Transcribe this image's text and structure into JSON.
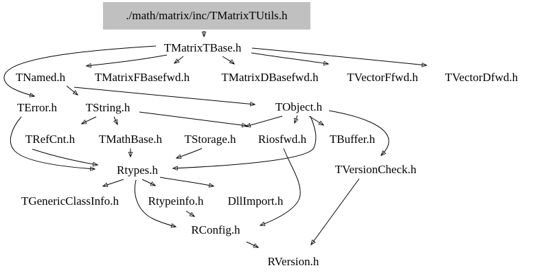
{
  "diagram": {
    "type": "include-dependency-graph",
    "colors": {
      "root_bg": "#c0c0c0",
      "line": "#000000",
      "background": "#ffffff"
    },
    "root": {
      "label": "./math/matrix/inc/TMatrixTUtils.h"
    },
    "nodes": [
      {
        "label": "TMatrixTBase.h"
      },
      {
        "label": "TNamed.h"
      },
      {
        "label": "TMatrixFBasefwd.h"
      },
      {
        "label": "TMatrixDBasefwd.h"
      },
      {
        "label": "TVectorFfwd.h"
      },
      {
        "label": "TVectorDfwd.h"
      },
      {
        "label": "TError.h"
      },
      {
        "label": "TString.h"
      },
      {
        "label": "TObject.h"
      },
      {
        "label": "TRefCnt.h"
      },
      {
        "label": "TMathBase.h"
      },
      {
        "label": "TStorage.h"
      },
      {
        "label": "Riosfwd.h"
      },
      {
        "label": "TBuffer.h"
      },
      {
        "label": "Rtypes.h"
      },
      {
        "label": "TVersionCheck.h"
      },
      {
        "label": "TGenericClassInfo.h"
      },
      {
        "label": "Rtypeinfo.h"
      },
      {
        "label": "DllImport.h"
      },
      {
        "label": "RConfig.h"
      },
      {
        "label": "RVersion.h"
      }
    ],
    "edges": [
      {
        "from": "./math/matrix/inc/TMatrixTUtils.h",
        "to": "TMatrixTBase.h"
      },
      {
        "from": "TMatrixTBase.h",
        "to": "TNamed.h"
      },
      {
        "from": "TMatrixTBase.h",
        "to": "TMatrixFBasefwd.h"
      },
      {
        "from": "TMatrixTBase.h",
        "to": "TMatrixDBasefwd.h"
      },
      {
        "from": "TMatrixTBase.h",
        "to": "TVectorFfwd.h"
      },
      {
        "from": "TMatrixTBase.h",
        "to": "TVectorDfwd.h"
      },
      {
        "from": "TMatrixTBase.h",
        "to": "TError.h"
      },
      {
        "from": "TNamed.h",
        "to": "TString.h"
      },
      {
        "from": "TNamed.h",
        "to": "TObject.h"
      },
      {
        "from": "TString.h",
        "to": "TRefCnt.h"
      },
      {
        "from": "TString.h",
        "to": "TMathBase.h"
      },
      {
        "from": "TString.h",
        "to": "Riosfwd.h"
      },
      {
        "from": "TError.h",
        "to": "Rtypes.h"
      },
      {
        "from": "TRefCnt.h",
        "to": "Rtypes.h"
      },
      {
        "from": "TMathBase.h",
        "to": "Rtypes.h"
      },
      {
        "from": "TStorage.h",
        "to": "Rtypes.h"
      },
      {
        "from": "TObject.h",
        "to": "TStorage.h"
      },
      {
        "from": "TObject.h",
        "to": "Riosfwd.h"
      },
      {
        "from": "TObject.h",
        "to": "TBuffer.h"
      },
      {
        "from": "TObject.h",
        "to": "TVersionCheck.h"
      },
      {
        "from": "TObject.h",
        "to": "Rtypes.h"
      },
      {
        "from": "Rtypes.h",
        "to": "TGenericClassInfo.h"
      },
      {
        "from": "Rtypes.h",
        "to": "Rtypeinfo.h"
      },
      {
        "from": "Rtypes.h",
        "to": "DllImport.h"
      },
      {
        "from": "Rtypes.h",
        "to": "RConfig.h"
      },
      {
        "from": "Rtypeinfo.h",
        "to": "RConfig.h"
      },
      {
        "from": "Riosfwd.h",
        "to": "RConfig.h"
      },
      {
        "from": "TVersionCheck.h",
        "to": "RVersion.h"
      },
      {
        "from": "RConfig.h",
        "to": "RVersion.h"
      }
    ]
  }
}
